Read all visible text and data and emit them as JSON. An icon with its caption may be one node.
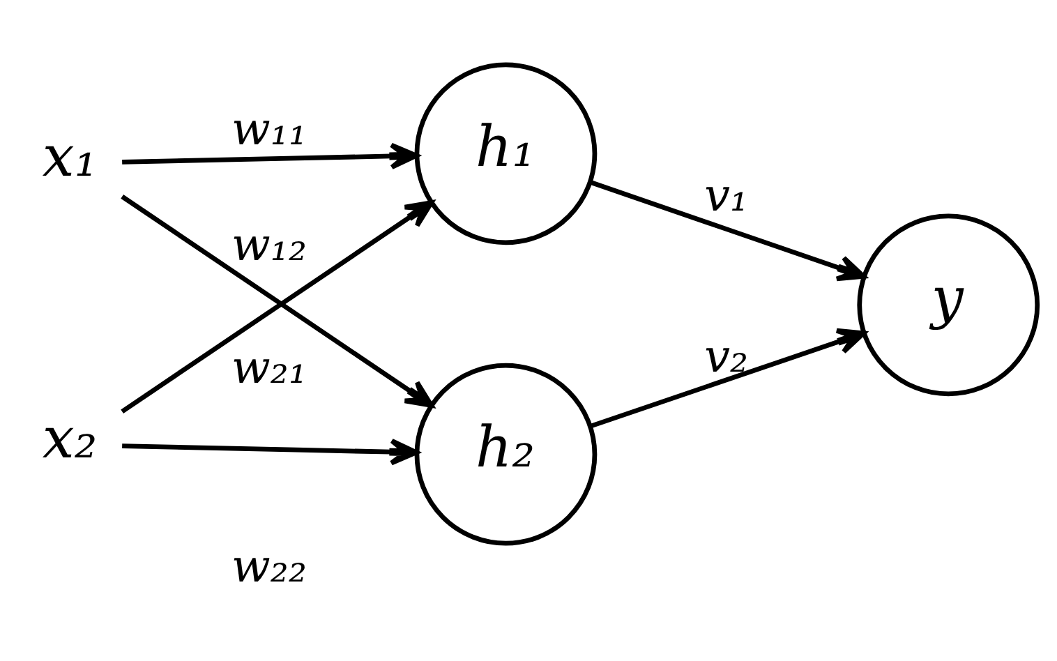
{
  "diagram": {
    "nodes": [
      {
        "text": [
          "x₁"
        ]
      },
      {
        "text": [
          "x₂"
        ]
      },
      {
        "text": [
          "h₁"
        ]
      },
      {
        "text": [
          "h₂"
        ]
      },
      {
        "text": [
          "y"
        ]
      }
    ],
    "edges": [
      {
        "from": 0,
        "to": 2,
        "arrow": "to",
        "label": "w₁₁"
      },
      {
        "from": 0,
        "to": 3,
        "arrow": "to",
        "label": "w₁₂"
      },
      {
        "from": 1,
        "to": 2,
        "arrow": "to",
        "label": "w₂₁"
      },
      {
        "from": 1,
        "to": 3,
        "arrow": "to",
        "label": "w₂₂"
      },
      {
        "from": 2,
        "to": 4,
        "arrow": "to",
        "label": "v₁"
      },
      {
        "from": 3,
        "to": 4,
        "arrow": "to",
        "label": "v₂"
      }
    ]
  }
}
